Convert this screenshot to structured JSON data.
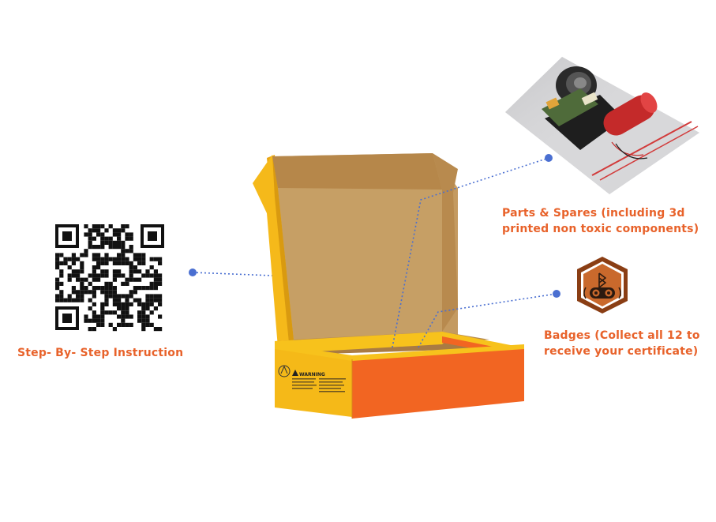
{
  "qr_section": {
    "label": "Step- By- Step Instruction"
  },
  "parts_section": {
    "label_line1": "Parts & Spares (including 3d",
    "label_line2": "printed non toxic components)"
  },
  "badges_section": {
    "label_line1": "Badges (Collect all 12 to",
    "label_line2": "receive your certificate)"
  },
  "box": {
    "warning_text": "WARNING"
  },
  "colors": {
    "accent_orange": "#e8622a",
    "box_yellow": "#f7c21c",
    "box_orange": "#f26522",
    "cardboard": "#c79a5e",
    "connector_blue": "#4a6fd1",
    "badge_brown": "#8a3e14"
  },
  "icons": {
    "qr": "qr-code-icon",
    "badge": "bluetooth-speaker-badge-icon",
    "box": "open-mailer-box",
    "parts": "electronics-parts-photo"
  }
}
